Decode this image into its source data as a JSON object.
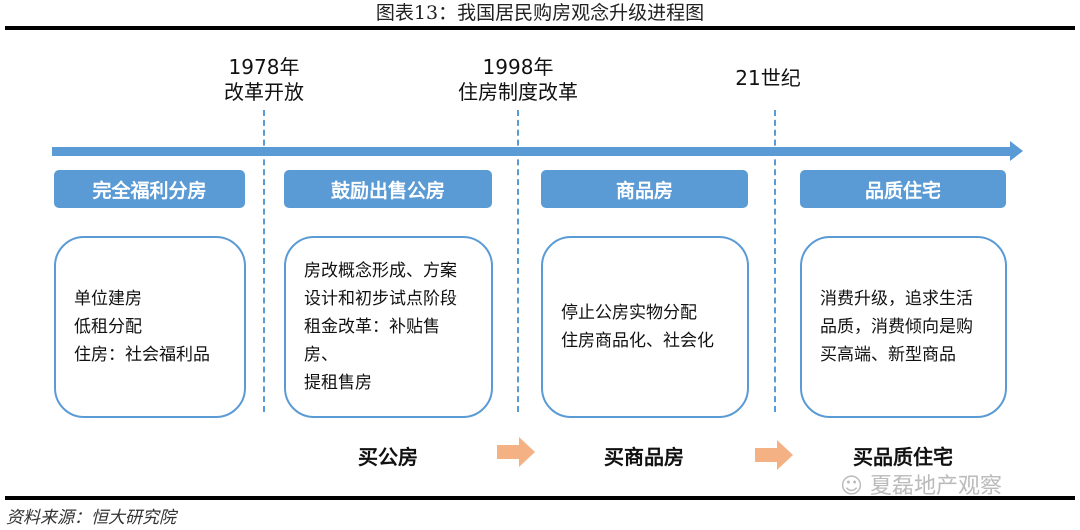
{
  "title": "图表13：我国居民购房观念升级进程图",
  "milestones": [
    {
      "year": "1978年",
      "event": "改革开放"
    },
    {
      "year": "1998年",
      "event": "住房制度改革"
    },
    {
      "year": "21世纪",
      "event": ""
    }
  ],
  "stages": [
    {
      "header": "完全福利分房",
      "lines": [
        "单位建房",
        "低租分配",
        "住房：社会福利品"
      ]
    },
    {
      "header": "鼓励出售公房",
      "lines": [
        "房改概念形成、方案",
        "设计和初步试点阶段",
        "租金改革：补贴售房、",
        "提租售房"
      ]
    },
    {
      "header": "商品房",
      "lines": [
        "停止公房实物分配",
        "住房商品化、社会化"
      ]
    },
    {
      "header": "品质住宅",
      "lines": [
        "消费升级，追求生活",
        "品质，消费倾向是购",
        "买高端、新型商品"
      ]
    }
  ],
  "buy": [
    "买公房",
    "买商品房",
    "买品质住宅"
  ],
  "watermark": "夏磊地产观察",
  "source": "资料来源：恒大研究院",
  "colors": {
    "blue": "#5b9bd5",
    "orange": "#f4b183"
  }
}
